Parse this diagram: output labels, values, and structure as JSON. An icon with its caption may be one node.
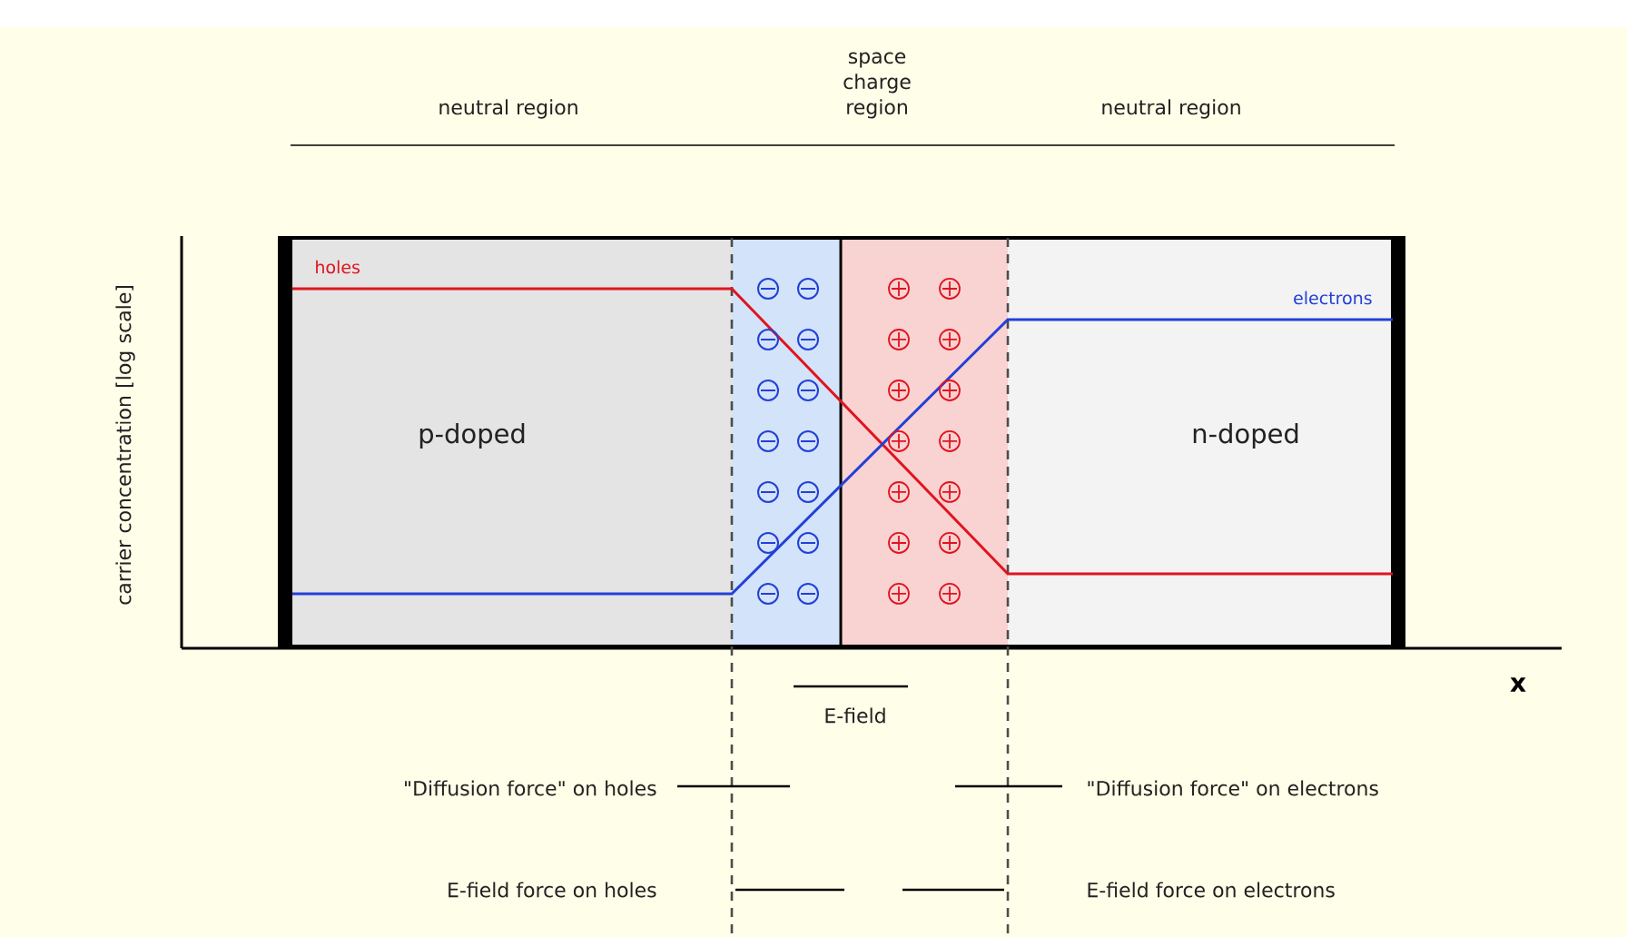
{
  "diagram": {
    "nodes": [
      {
        "text": [
          "p-doped"
        ]
      },
      {
        "text": [],
        "shape": "box"
      },
      {
        "text": [],
        "shape": "box"
      },
      {
        "text": [
          "n-doped"
        ]
      }
    ],
    "edges": [],
    "labels": [
      "neutral region",
      "space charge region",
      "neutral region",
      "holes",
      "electrons",
      "carrier concentration [log scale]",
      "x",
      "E-field",
      "\"Diffusion force\" on holes",
      "\"Diffusion force\" on electrons",
      "E-field force on holes",
      "E-field force on electrons"
    ]
  }
}
